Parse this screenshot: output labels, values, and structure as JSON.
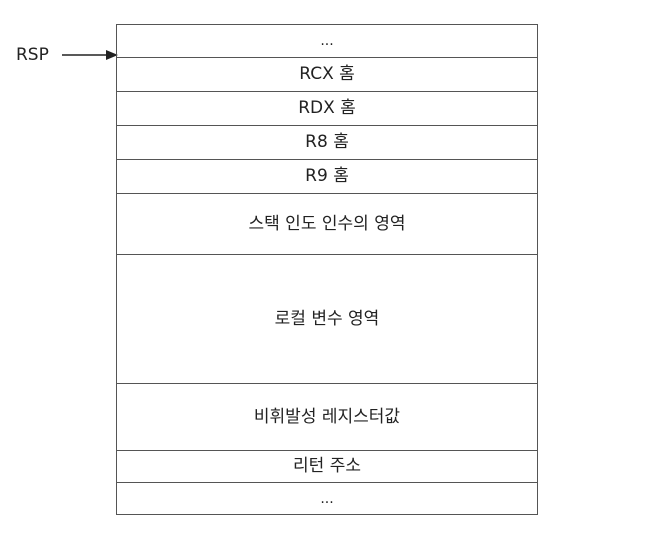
{
  "pointer": {
    "label": "RSP"
  },
  "stack": {
    "cells": [
      "...",
      "RCX 홈",
      "RDX 홈",
      "R8 홈",
      "R9 홈",
      "스택 인도 인수의 영역",
      "로컬 변수 영역",
      "비휘발성 레지스터값",
      "리턴 주소",
      "..."
    ]
  },
  "colors": {
    "border": "#555555",
    "text": "#222222",
    "arrow": "#222222"
  }
}
